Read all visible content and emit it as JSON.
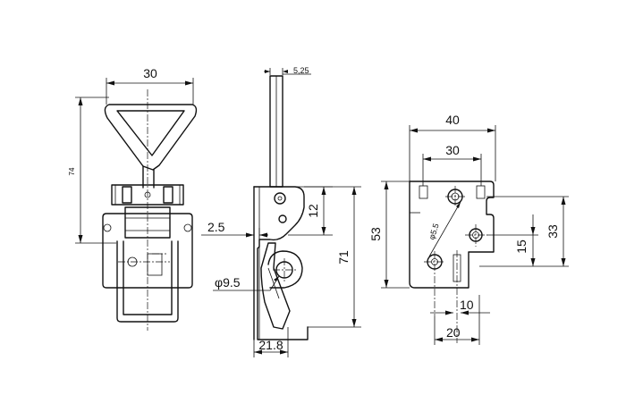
{
  "dimensions": {
    "front_width": "30",
    "front_height": "74",
    "side_rod": "5,25",
    "side_offset": "2.5",
    "side_pin": "12",
    "side_height": "71",
    "side_hole": "φ9.5",
    "side_base": "21.8",
    "plate_width": "40",
    "plate_hole_span": "30",
    "plate_height": "53",
    "plate_hole_dia": "φ5.5",
    "plate_v_span": "33",
    "plate_small_v": "15",
    "plate_small_h": "10",
    "plate_bottom_h": "20"
  }
}
